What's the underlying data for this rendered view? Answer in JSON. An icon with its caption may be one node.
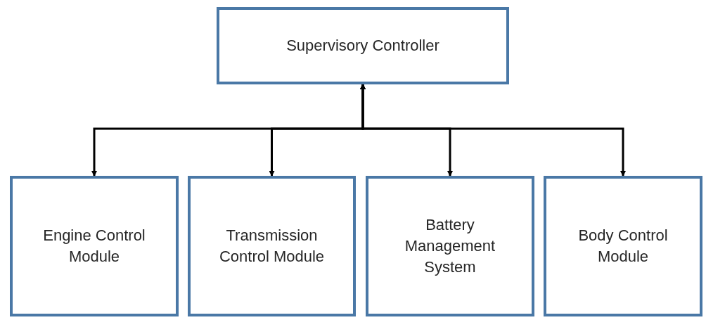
{
  "diagram": {
    "nodes": [
      {
        "text": [
          "Supervisory Controller"
        ]
      },
      {
        "text": [
          "Engine Control Module"
        ]
      },
      {
        "text": [
          "Transmission Control Module"
        ]
      },
      {
        "text": [
          "Battery Management System"
        ]
      },
      {
        "text": [
          "Body Control Module"
        ]
      }
    ],
    "edges": [
      {
        "from": 0,
        "to": 1,
        "arrow": "both"
      },
      {
        "from": 0,
        "to": 2,
        "arrow": "both"
      },
      {
        "from": 0,
        "to": 3,
        "arrow": "both"
      },
      {
        "from": 0,
        "to": 4,
        "arrow": "both"
      }
    ]
  }
}
